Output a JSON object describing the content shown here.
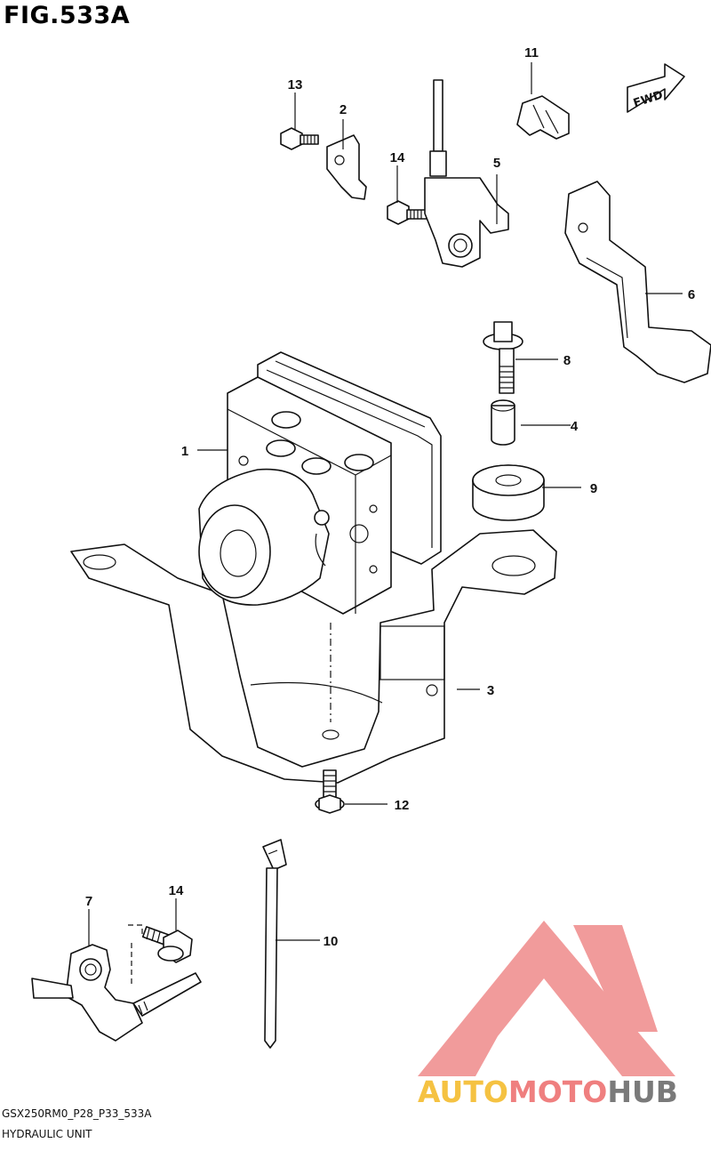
{
  "figure": {
    "title": "FIG.533A"
  },
  "footer": {
    "code": "GSX250RM0_P28_P33_533A",
    "name": "HYDRAULIC UNIT"
  },
  "fwd_label": "FWD",
  "watermark": {
    "part1": "AUTO",
    "part2": "MOTO",
    "part3": "HUB"
  },
  "callouts": [
    {
      "id": "c1",
      "label": "1"
    },
    {
      "id": "c2",
      "label": "2"
    },
    {
      "id": "c3",
      "label": "3"
    },
    {
      "id": "c4",
      "label": "4"
    },
    {
      "id": "c5",
      "label": "5"
    },
    {
      "id": "c6",
      "label": "6"
    },
    {
      "id": "c7",
      "label": "7"
    },
    {
      "id": "c8",
      "label": "8"
    },
    {
      "id": "c9",
      "label": "9"
    },
    {
      "id": "c10",
      "label": "10"
    },
    {
      "id": "c11",
      "label": "11"
    },
    {
      "id": "c12",
      "label": "12"
    },
    {
      "id": "c13",
      "label": "13"
    },
    {
      "id": "c14a",
      "label": "14"
    },
    {
      "id": "c14b",
      "label": "14"
    }
  ],
  "colors": {
    "line": "#111111",
    "watermark_red": "#ef8a8a",
    "watermark_yellow": "#f5c242",
    "watermark_gray": "#7a7a7a"
  }
}
